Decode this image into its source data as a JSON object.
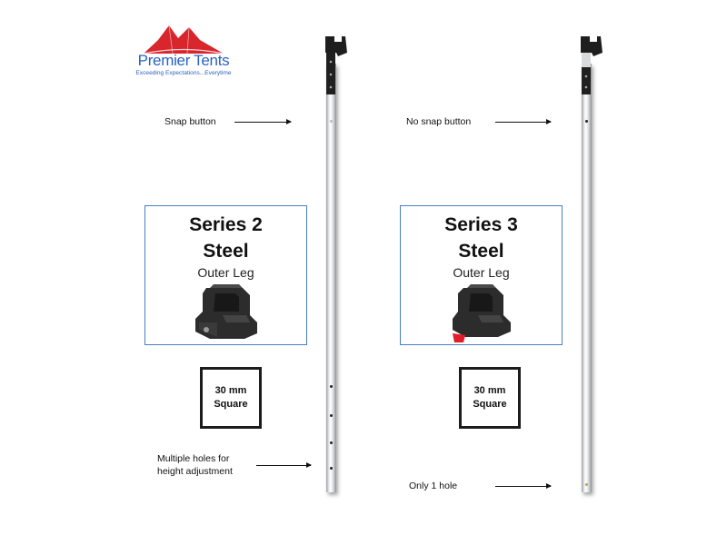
{
  "logo": {
    "name": "Premier Tents",
    "tagline": "Exceeding Expectations...Everytime",
    "tent_color": "#d8262c",
    "text_color": "#2a63c2",
    "icon": "tent-icon"
  },
  "left": {
    "snap_label": "Snap button",
    "holes_label_line1": "Multiple holes for",
    "holes_label_line2": "height adjustment",
    "series_line1": "Series 2",
    "series_line2": "Steel",
    "part": "Outer Leg",
    "size_line1": "30 mm",
    "size_line2": "Square"
  },
  "right": {
    "snap_label": "No snap button",
    "holes_label": "Only 1 hole",
    "series_line1": "Series 3",
    "series_line2": "Steel",
    "part": "Outer Leg",
    "size_line1": "30 mm",
    "size_line2": "Square"
  },
  "colors": {
    "box_border": "#4a7fc0",
    "foot_black": "#2c2c2c",
    "pull_tab_red": "#e11d27"
  }
}
